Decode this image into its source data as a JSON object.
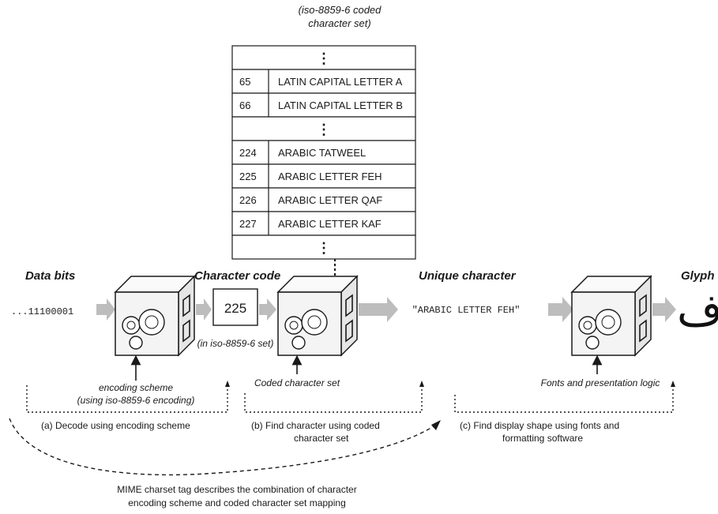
{
  "table": {
    "caption_line1": "(iso-8859-6 coded",
    "caption_line2": "character set)",
    "ellipsis": "⋮",
    "rows": [
      {
        "code": "65",
        "name": "LATIN CAPITAL LETTER A"
      },
      {
        "code": "66",
        "name": "LATIN CAPITAL LETTER B"
      },
      {
        "code": "224",
        "name": "ARABIC TATWEEL"
      },
      {
        "code": "225",
        "name": "ARABIC LETTER FEH"
      },
      {
        "code": "226",
        "name": "ARABIC LETTER QAF"
      },
      {
        "code": "227",
        "name": "ARABIC LETTER KAF"
      }
    ]
  },
  "flow": {
    "data_bits_label": "Data bits",
    "data_bits_value": "...11100001",
    "character_code_label": "Character code",
    "character_code_value": "225",
    "character_code_note": "(in iso-8859-6 set)",
    "unique_character_label": "Unique character",
    "unique_character_value": "\"ARABIC LETTER FEH\"",
    "glyph_label": "Glyph",
    "glyph_value": "ف"
  },
  "inputs": {
    "encoding_scheme_line1": "encoding scheme",
    "encoding_scheme_line2": "(using iso-8859-6 encoding)",
    "coded_character_set": "Coded character set",
    "fonts_logic": "Fonts and presentation logic"
  },
  "steps": {
    "a": "(a) Decode using encoding scheme",
    "b_line1": "(b) Find character using coded",
    "b_line2": "character set",
    "c_line1": "(c) Find display shape using fonts and",
    "c_line2": "formatting software"
  },
  "footer": {
    "line1": "MIME charset tag describes the combination of character",
    "line2": "encoding scheme and coded character set mapping"
  },
  "colors": {
    "ink": "#1a1a1a",
    "arrow_gray": "#bdbdbd",
    "cube_face": "#f4f4f4",
    "cube_side": "#e6e6e6"
  }
}
